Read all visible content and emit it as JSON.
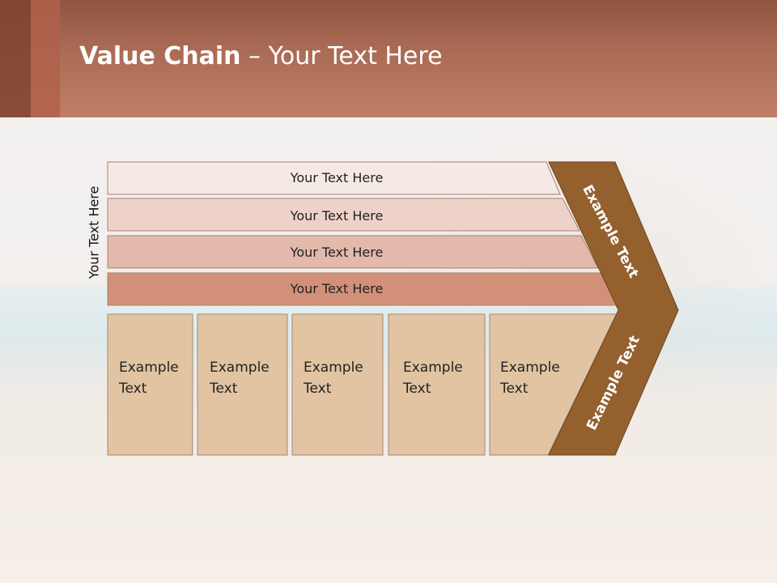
{
  "title": {
    "bold": "Value Chain",
    "rest": " – Your Text Here"
  },
  "side_label": "Your Text Here",
  "rows": [
    "Your Text Here",
    "Your Text Here",
    "Your Text Here",
    "Your Text Here"
  ],
  "boxes": [
    [
      "Example",
      "Text"
    ],
    [
      "Example",
      "Text"
    ],
    [
      "Example",
      "Text"
    ],
    [
      "Example",
      "Text"
    ],
    [
      "Example",
      "Text"
    ]
  ],
  "arrow_top_text": "Example Text",
  "arrow_bottom_text": "Example Text",
  "colors": {
    "header": "#b47460",
    "row1": "#f5e9e5",
    "row2": "#eed2ca",
    "row3": "#e2b9aa",
    "row4": "#d39079",
    "box": "#e2c4a2",
    "arrow": "#94602e"
  }
}
